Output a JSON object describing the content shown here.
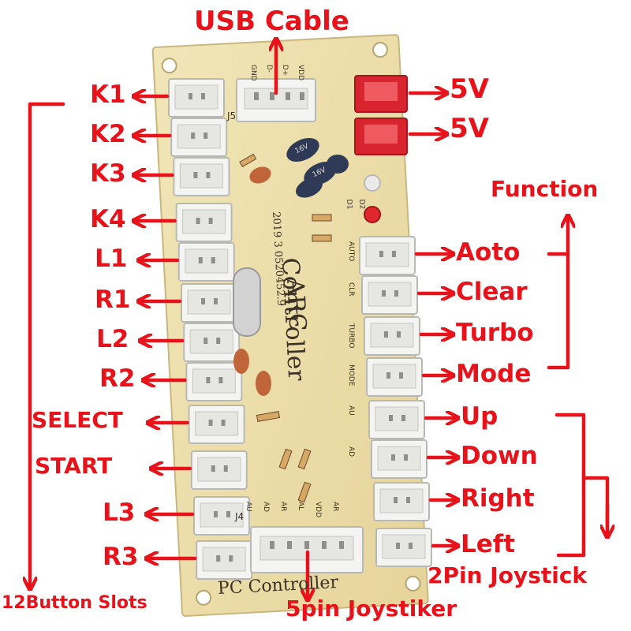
{
  "labels": {
    "usb_cable": "USB Cable",
    "power_1": "5V",
    "power_2": "5V",
    "function": "Function",
    "buttons": [
      "K1",
      "K2",
      "K3",
      "K4",
      "L1",
      "R1",
      "L2",
      "R2",
      "SELECT",
      "START",
      "L3",
      "R3"
    ],
    "button_slots": "12Button Slots",
    "function_keys": [
      "Aoto",
      "Clear",
      "Turbo",
      "Mode"
    ],
    "joystick_dirs": [
      "Up",
      "Down",
      "Right",
      "Left"
    ],
    "two_pin_joystick": "2Pin Joystick",
    "five_pin_joystick": "5pin Joystiker"
  },
  "board": {
    "title_line1": "ARC",
    "title_line2": "Controller",
    "bottom_text": "PC Controller",
    "date_text": "2019  3  0520452.9",
    "usb_pins": [
      "GND",
      "D-",
      "D+",
      "VDD"
    ],
    "side_pins": [
      "AUTO",
      "CLR",
      "TURBO",
      "MODE",
      "AU",
      "AD"
    ],
    "j4_pins": [
      "AU",
      "AD",
      "AR",
      "AL",
      "VDD",
      "AR"
    ],
    "j4_label": "J4",
    "j5_label": "J5",
    "d_labels": [
      "D1",
      "D2"
    ],
    "cap_labels": [
      "16V",
      "16V"
    ]
  },
  "colors": {
    "label_red": "#e8121a",
    "board": "#efe2b0",
    "connector": "#f4f4f2",
    "power_connector": "#d8242e"
  }
}
